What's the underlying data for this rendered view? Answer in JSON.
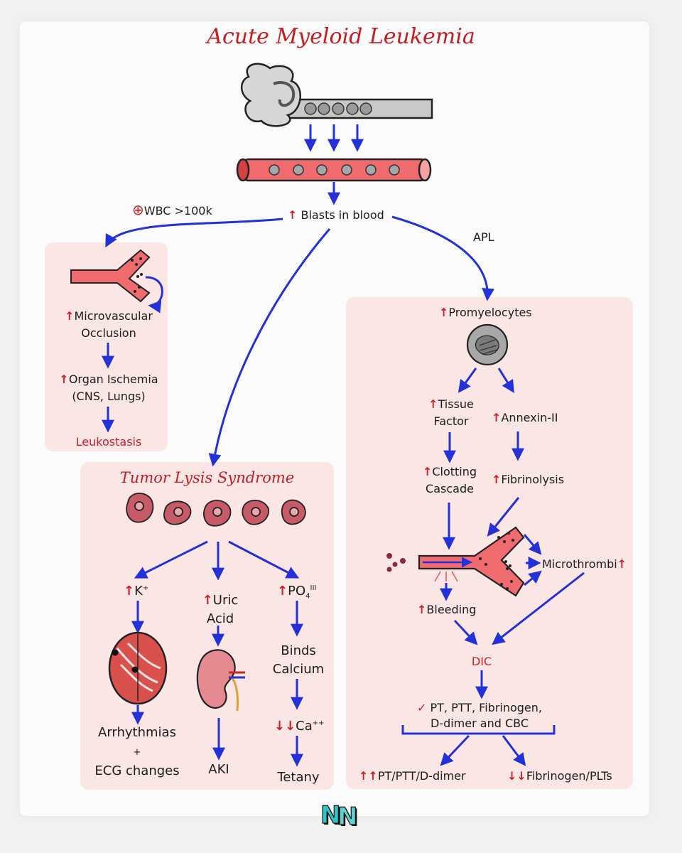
{
  "title": "Acute Myeloid Leukemia",
  "flow": {
    "blasts": "Blasts in blood",
    "wbc": "WBC >100k",
    "apl": "APL"
  },
  "leukostasis": {
    "step1a": "Microvascular",
    "step1b": "Occlusion",
    "step2a": "Organ Ischemia",
    "step2b": "(CNS, Lungs)",
    "result": "Leukostasis"
  },
  "tls": {
    "title": "Tumor Lysis Syndrome",
    "k": "K",
    "k_sup": "+",
    "uric_a": "Uric",
    "uric_b": "Acid",
    "po4": "PO",
    "po4_sub": "4",
    "po4_sup": "III",
    "arr1": "Arrhythmias",
    "arr_plus": "+",
    "arr2": "ECG changes",
    "aki": "AKI",
    "binds_a": "Binds",
    "binds_b": "Calcium",
    "ca": "Ca",
    "ca_sup": "++",
    "tetany": "Tetany"
  },
  "apl": {
    "promyelocytes": "Promyelocytes",
    "tf_a": "Tissue",
    "tf_b": "Factor",
    "annexin": "Annexin-II",
    "cc_a": "Clotting",
    "cc_b": "Cascade",
    "fibrinolysis": "Fibrinolysis",
    "microthrombi": "Microthrombi",
    "bleeding": "Bleeding",
    "dic": "DIC",
    "labs_a": "PT, PTT, Fibrinogen,",
    "labs_b": "D-dimer and CBC",
    "high": "PT/PTT/D-dimer",
    "low": "Fibrinogen/PLTs"
  },
  "symbols": {
    "up": "↑",
    "double_up": "↑↑",
    "double_down": "↓↓",
    "check": "✓",
    "plus_circle": "⊕"
  },
  "colors": {
    "arrow": "#2430d8",
    "accent_red": "#cc1f24",
    "panel": "#fbe6e6",
    "vessel": "#ef6b6e"
  },
  "logo": "NN"
}
